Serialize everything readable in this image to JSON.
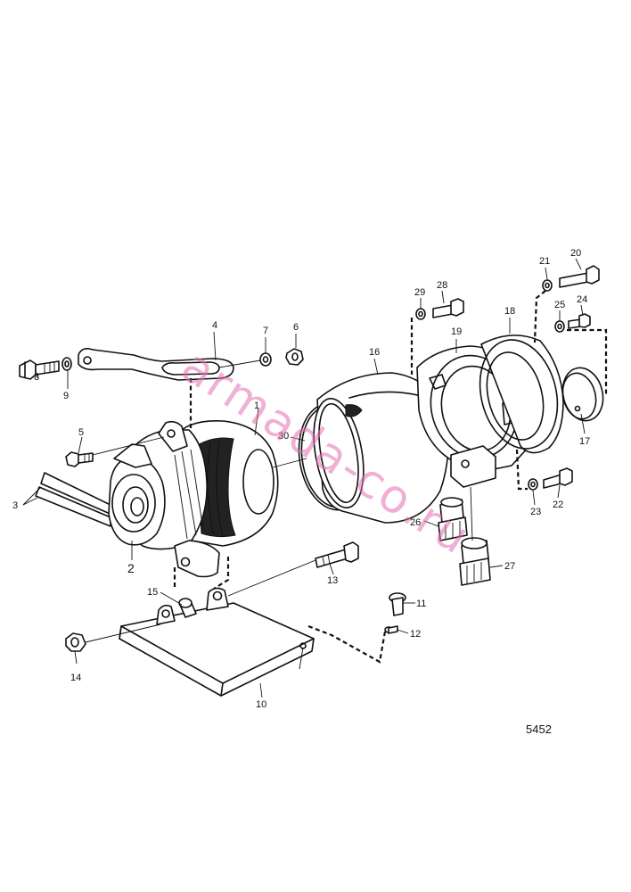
{
  "diagram": {
    "figure_number": "5452",
    "watermark": "armada-co.ru",
    "callouts": {
      "c1": "1",
      "c2": "2",
      "c3": "3",
      "c4": "4",
      "c5": "5",
      "c6": "6",
      "c7": "7",
      "c8": "8",
      "c9": "9",
      "c10": "10",
      "c11": "11",
      "c12": "12",
      "c13": "13",
      "c14": "14",
      "c15": "15",
      "c16": "16",
      "c17": "17",
      "c18": "18",
      "c19": "19",
      "c20": "20",
      "c21": "21",
      "c22": "22",
      "c23": "23",
      "c24": "24",
      "c25": "25",
      "c26": "26",
      "c27": "27",
      "c28": "28",
      "c29": "29",
      "c30": "30"
    }
  }
}
